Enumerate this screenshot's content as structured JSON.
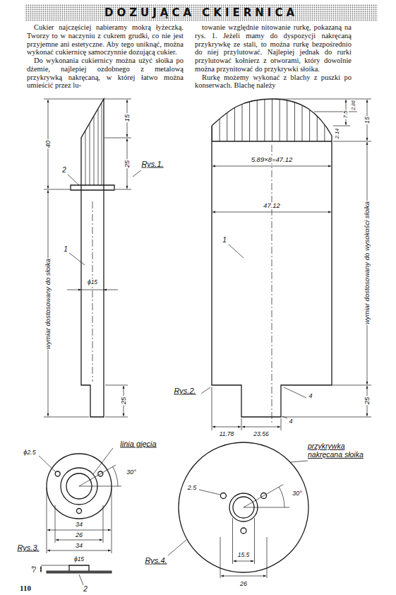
{
  "diagram": {
    "title": "DOZUJĄCA CKIERNICA",
    "labels": [
      "Cukier najczęściej nabieramy mokrą łyżeczką. Tworzy to w naczyniu z cukrem grudki, co nie jest przyjemne ani estetyczne. Aby tego uniknąć, można wykonać cukiernicę samoczynnie dozującą cukier.",
      "Do wykonania cukiernicy można użyć słoika po dżemie, najlepiej ozdobnego z metalową przykrywką nakręcaną, w której łatwo można umieścić przez lu-",
      "towanie względnie nitowanie rurkę, pokazaną na rys. 1. Jeżeli mamy do dyspozycji nakręcaną przykrywkę ze stali, to można rurkę bezpośrednio do niej przylutować. Najlepiej jednak do rurki przylutować kołnierz z otworami, który dowolnie można przynitować do przykrywki słoika.",
      "Rurkę możemy wykonać z blachy z puszki po konserwach. Blachę należy",
      "Rys.1.",
      "2",
      "1",
      "40",
      "15",
      "25",
      "ϕ15",
      "wymiar dostosowany do słoika",
      "25",
      "Rys.2.",
      "1",
      "5.89×8=47.12",
      "47.12",
      "2.86",
      "7.5",
      "2.14",
      "15",
      "wymiar dostosowany do wysokości słoika",
      "25",
      "4",
      "4",
      "11.78",
      "23.56",
      "ϕ2.5",
      "linia gięcia",
      "30°",
      "34",
      "26",
      "34",
      "Rys.3.",
      "ϕ15",
      "~3",
      "2",
      "2.5",
      "30°",
      "przykrywka nakręcana słoika",
      "Rys.4.",
      "15.5",
      "26",
      "110"
    ]
  }
}
